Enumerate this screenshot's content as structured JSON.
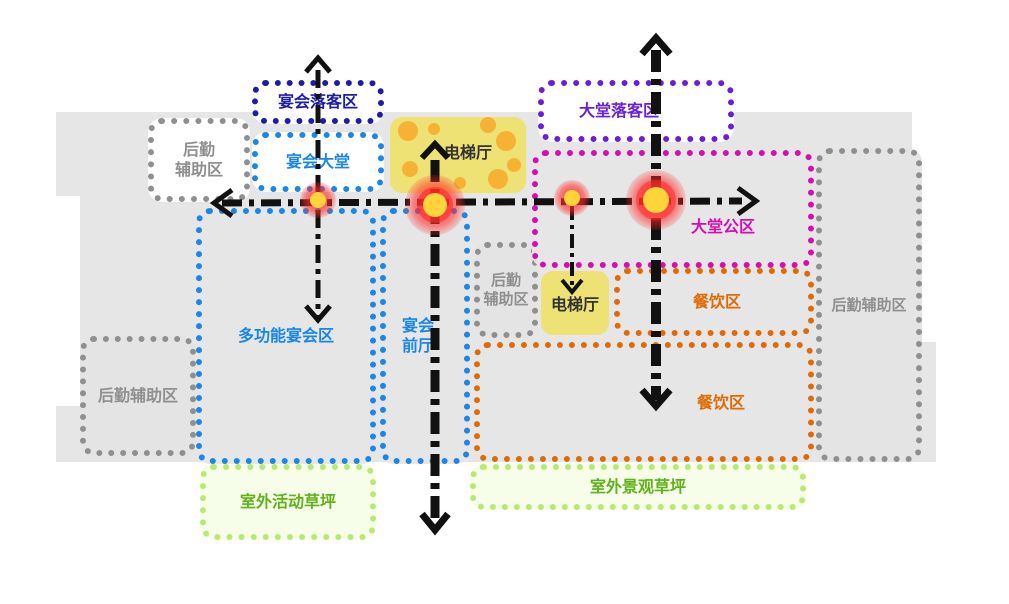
{
  "zones": {
    "banquet_drop_off": "宴会落客区",
    "banquet_hall_lobby": "宴会大堂",
    "logistics_top_left": "后勤\n辅助区",
    "multi_function_banquet": "多功能宴会区",
    "banquet_front_hall": "宴会\n前厅",
    "logistics_left": "后勤辅助区",
    "logistics_middle": "后勤\n辅助区",
    "lobby_drop_off": "大堂落客区",
    "lobby_public": "大堂公区",
    "dining_upper": "餐饮区",
    "dining_lower": "餐饮区",
    "logistics_right": "后勤辅助区",
    "outdoor_activity_lawn": "室外活动草坪",
    "outdoor_landscape_lawn": "室外景观草坪",
    "elevator_hall_top": "电梯厅",
    "elevator_hall_middle": "电梯厅"
  },
  "colors": {
    "logistics": "#8f8f8f",
    "banquet": "#1a86e8",
    "banquet_drop": "#1c1ca8",
    "lobby_drop": "#6a1ed8",
    "lobby": "#d40fb0",
    "dining": "#e06a06",
    "lawn": "#b8ea70",
    "elevator": "#eee274",
    "node": "#ff2a2a",
    "node_core": "#ffd43a"
  }
}
